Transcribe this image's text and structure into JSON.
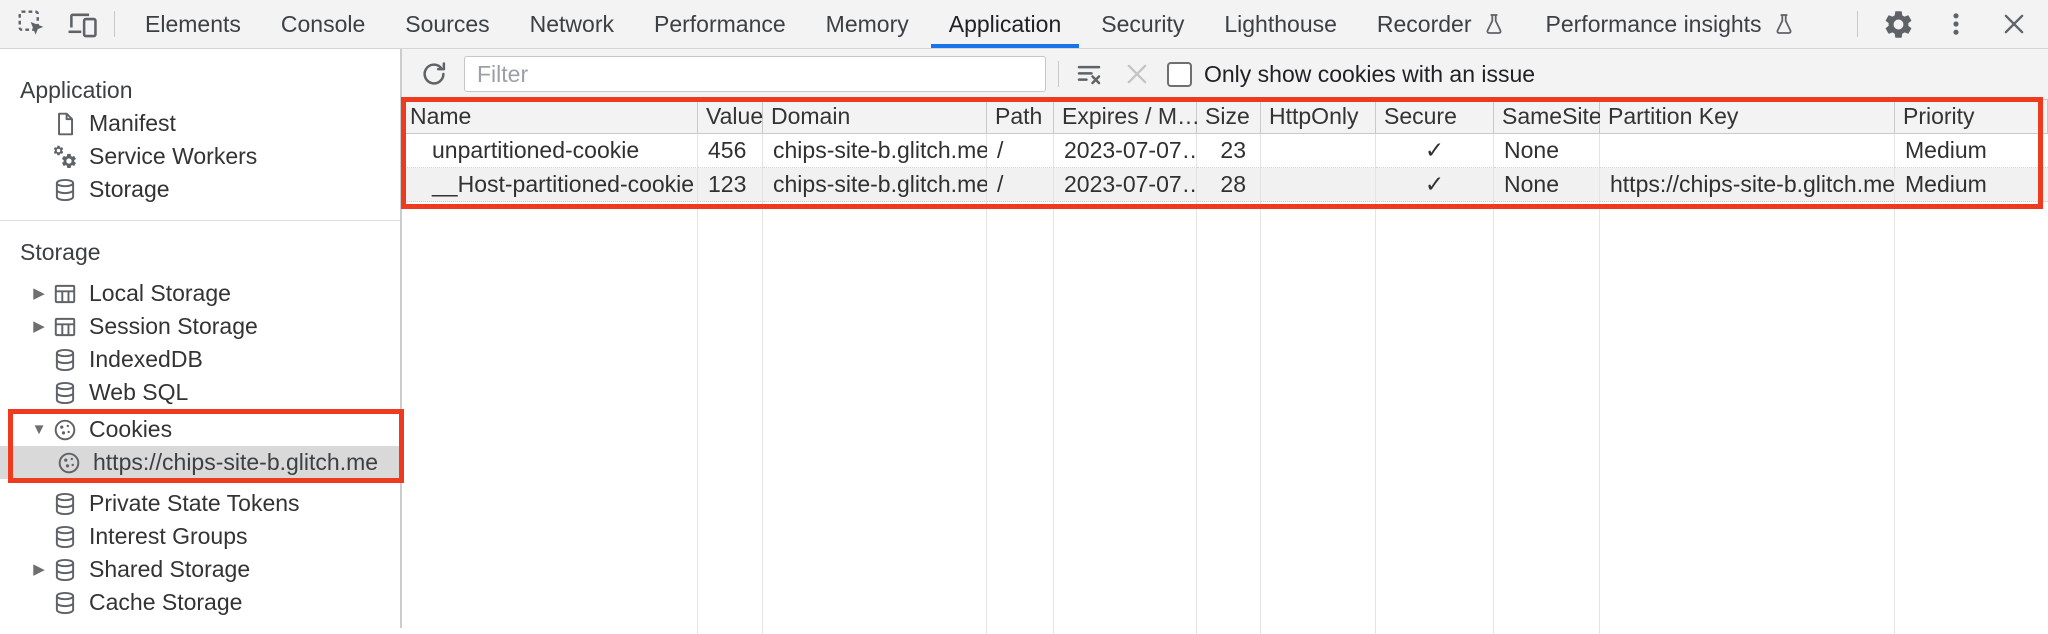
{
  "colors": {
    "accent_blue": "#1a73e8",
    "annotation_red": "#ee3b20",
    "selection_gray": "#d9d9d9",
    "chrome_gray": "#f3f3f4"
  },
  "topbar": {
    "selected_tab": "Application",
    "tabs": [
      {
        "label": "Elements"
      },
      {
        "label": "Console"
      },
      {
        "label": "Sources"
      },
      {
        "label": "Network"
      },
      {
        "label": "Performance"
      },
      {
        "label": "Memory"
      },
      {
        "label": "Application",
        "selected": true
      },
      {
        "label": "Security"
      },
      {
        "label": "Lighthouse"
      },
      {
        "label": "Recorder",
        "experimental": true
      },
      {
        "label": "Performance insights",
        "experimental": true
      }
    ],
    "icons": {
      "inspect": "inspect-element-icon",
      "device": "device-toolbar-icon",
      "settings": "gear-icon",
      "more": "kebab-menu-icon",
      "close": "close-icon",
      "experimental_badge": "flask-icon"
    }
  },
  "sidebar": {
    "sections": [
      {
        "title": "Application",
        "items": [
          {
            "label": "Manifest",
            "icon": "document-icon"
          },
          {
            "label": "Service Workers",
            "icon": "service-workers-icon"
          },
          {
            "label": "Storage",
            "icon": "database-icon"
          }
        ]
      },
      {
        "title": "Storage",
        "items": [
          {
            "label": "Local Storage",
            "icon": "table-icon",
            "expander": "collapsed"
          },
          {
            "label": "Session Storage",
            "icon": "table-icon",
            "expander": "collapsed"
          },
          {
            "label": "IndexedDB",
            "icon": "database-icon"
          },
          {
            "label": "Web SQL",
            "icon": "database-icon"
          },
          {
            "label": "Cookies",
            "icon": "cookie-icon",
            "expander": "expanded",
            "annotated": true
          },
          {
            "label": "https://chips-site-b.glitch.me",
            "icon": "cookie-icon",
            "child": true,
            "selected": true
          },
          {
            "label": "Private State Tokens",
            "icon": "database-icon"
          },
          {
            "label": "Interest Groups",
            "icon": "database-icon"
          },
          {
            "label": "Shared Storage",
            "icon": "database-icon",
            "expander": "collapsed"
          },
          {
            "label": "Cache Storage",
            "icon": "database-icon"
          }
        ]
      }
    ]
  },
  "toolbar": {
    "filter_placeholder": "Filter",
    "filter_value": "",
    "only_issue_label": "Only show cookies with an issue",
    "checkbox_checked": false,
    "icons": {
      "refresh": "refresh-icon",
      "clear_all": "clear-all-cookies-icon",
      "delete_selected": "delete-selected-icon"
    }
  },
  "cookie_table": {
    "columns": [
      "Name",
      "Value",
      "Domain",
      "Path",
      "Expires / M…",
      "Size",
      "HttpOnly",
      "Secure",
      "SameSite",
      "Partition Key",
      "Priority"
    ],
    "rows": [
      {
        "name": "unpartitioned-cookie",
        "value": "456",
        "domain": "chips-site-b.glitch.me",
        "path": "/",
        "expires": "2023-07-07…",
        "size": "23",
        "http_only": "",
        "secure": "✓",
        "same_site": "None",
        "partition_key": "",
        "priority": "Medium"
      },
      {
        "name": "__Host-partitioned-cookie",
        "value": "123",
        "domain": "chips-site-b.glitch.me",
        "path": "/",
        "expires": "2023-07-07…",
        "size": "28",
        "http_only": "",
        "secure": "✓",
        "same_site": "None",
        "partition_key": "https://chips-site-b.glitch.me",
        "priority": "Medium"
      }
    ]
  }
}
